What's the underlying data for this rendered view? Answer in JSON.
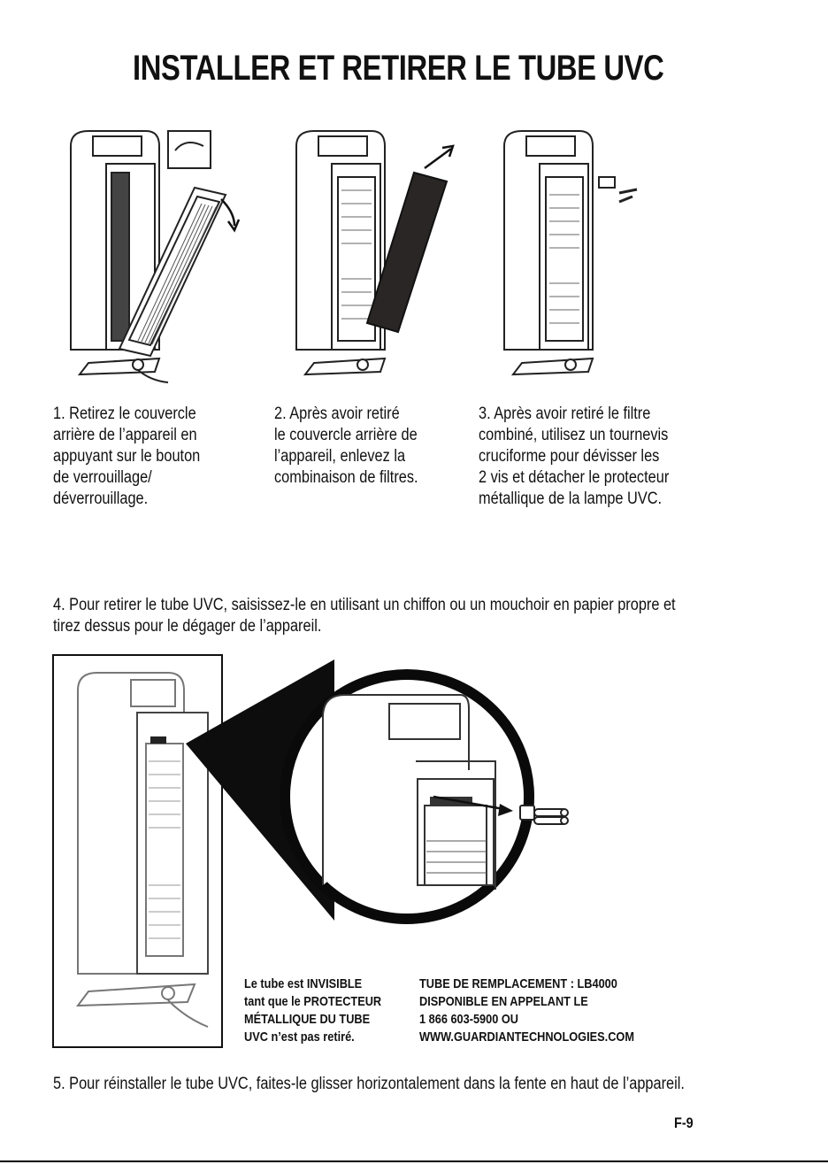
{
  "title": "INSTALLER ET RETIRER LE TUBE UVC",
  "steps": [
    {
      "lines": [
        "1.  Retirez le couvercle",
        "arrière de l’appareil en",
        "appuyant sur le bouton",
        "de verrouillage/",
        "déverrouillage."
      ]
    },
    {
      "lines": [
        "2.  Après avoir retiré",
        "le couvercle arrière de",
        "l’appareil, enlevez la",
        "combinaison de filtres."
      ]
    },
    {
      "lines": [
        "3.  Après avoir retiré le filtre",
        "combiné, utilisez un tournevis",
        "cruciforme pour dévisser les",
        "2 vis et détacher le protecteur",
        "métallique de la lampe UVC."
      ]
    }
  ],
  "step4": {
    "lines": [
      "4. Pour retirer le tube UVC, saisissez-le en utilisant un chiffon ou un mouchoir en papier propre et",
      "tirez dessus pour le dégager de l’appareil."
    ]
  },
  "note_invisible": {
    "lines": [
      "Le tube est INVISIBLE",
      "tant que le PROTECTEUR",
      "MÉTALLIQUE DU TUBE",
      "UVC n’est pas retiré."
    ]
  },
  "note_replacement": {
    "lines": [
      "TUBE DE REMPLACEMENT : LB4000",
      "DISPONIBLE EN APPELANT LE",
      "1 866 603-5900 OU",
      "WWW.GUARDIANTECHNOLOGIES.COM"
    ]
  },
  "step5": "5. Pour réinstaller le tube UVC, faites-le glisser horizontalement dans la fente en haut de l’appareil.",
  "page_number": "F-9"
}
